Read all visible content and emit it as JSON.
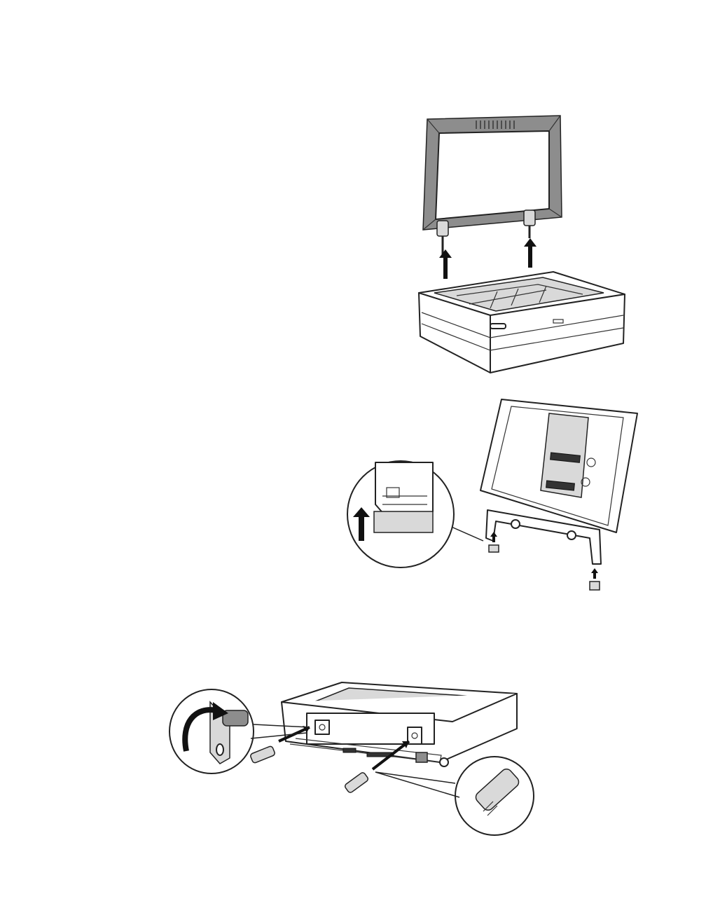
{
  "figures": [
    {
      "id": "scanner-cover-removal"
    },
    {
      "id": "adf-feet-removal"
    },
    {
      "id": "transportation-screw-install"
    }
  ],
  "colors": {
    "line": "#222222",
    "panel_grey": "#8d8d8d",
    "light_grey": "#d9d9d9",
    "background": "#ffffff"
  },
  "icons": [
    "up-arrow-icon",
    "rotate-arrow-icon",
    "insert-arrow-icon"
  ]
}
